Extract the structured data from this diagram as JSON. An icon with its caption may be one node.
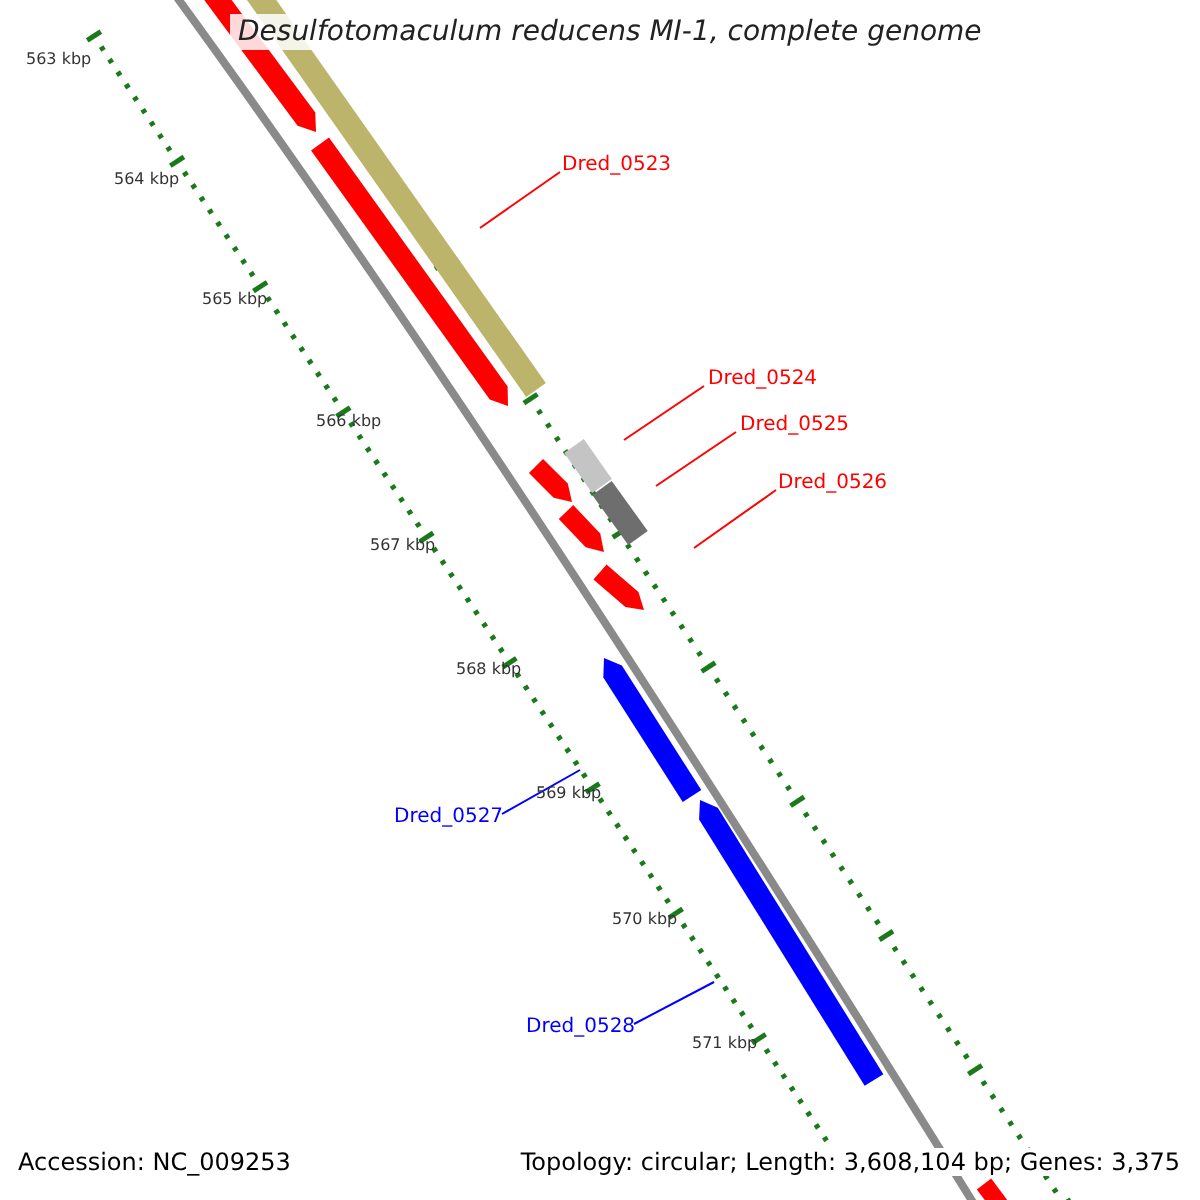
{
  "diagram": {
    "title": "Desulfotomaculum reducens MI-1, complete genome",
    "nodes": [
      {
        "text": [
          "Dred_0523"
        ]
      },
      {
        "text": [],
        "shape": "arrow"
      },
      {
        "text": [],
        "shape": "bar"
      },
      {
        "text": [],
        "shape": "arrow"
      },
      {
        "text": [
          "Dred_0524"
        ]
      },
      {
        "text": [],
        "shape": "bar"
      },
      {
        "text": [
          "Dred_0525"
        ]
      },
      {
        "text": [],
        "shape": "bar"
      },
      {
        "text": [
          "Dred_0526"
        ]
      },
      {
        "text": [],
        "shape": "arrow"
      },
      {
        "text": [],
        "shape": "arrow"
      },
      {
        "text": [],
        "shape": "arrow"
      },
      {
        "text": [
          "Dred_0527"
        ]
      },
      {
        "text": [],
        "shape": "arrow"
      },
      {
        "text": [
          "Dred_0528"
        ]
      },
      {
        "text": [],
        "shape": "arrow"
      },
      {
        "text": [],
        "shape": "arrow"
      }
    ],
    "edges": [
      {
        "from": 0,
        "to": 2,
        "arrow": "none"
      },
      {
        "from": 4,
        "to": 5,
        "arrow": "none"
      },
      {
        "from": 6,
        "to": 7,
        "arrow": "none"
      },
      {
        "from": 8,
        "to": null,
        "arrow": "none"
      },
      {
        "from": 12,
        "to": 13,
        "arrow": "none",
        "color": "#0000ff"
      },
      {
        "from": 14,
        "to": 15,
        "arrow": "none",
        "color": "#0000ff"
      }
    ],
    "labels": [
      "563 kbp",
      "564 kbp",
      "565 kbp",
      "566 kbp",
      "567 kbp",
      "568 kbp",
      "569 kbp",
      "570 kbp",
      "571 kbp",
      "Accession: NC_009253",
      "Topology: circular; Length: 3,608,104 bp; Genes: 3,375"
    ]
  }
}
